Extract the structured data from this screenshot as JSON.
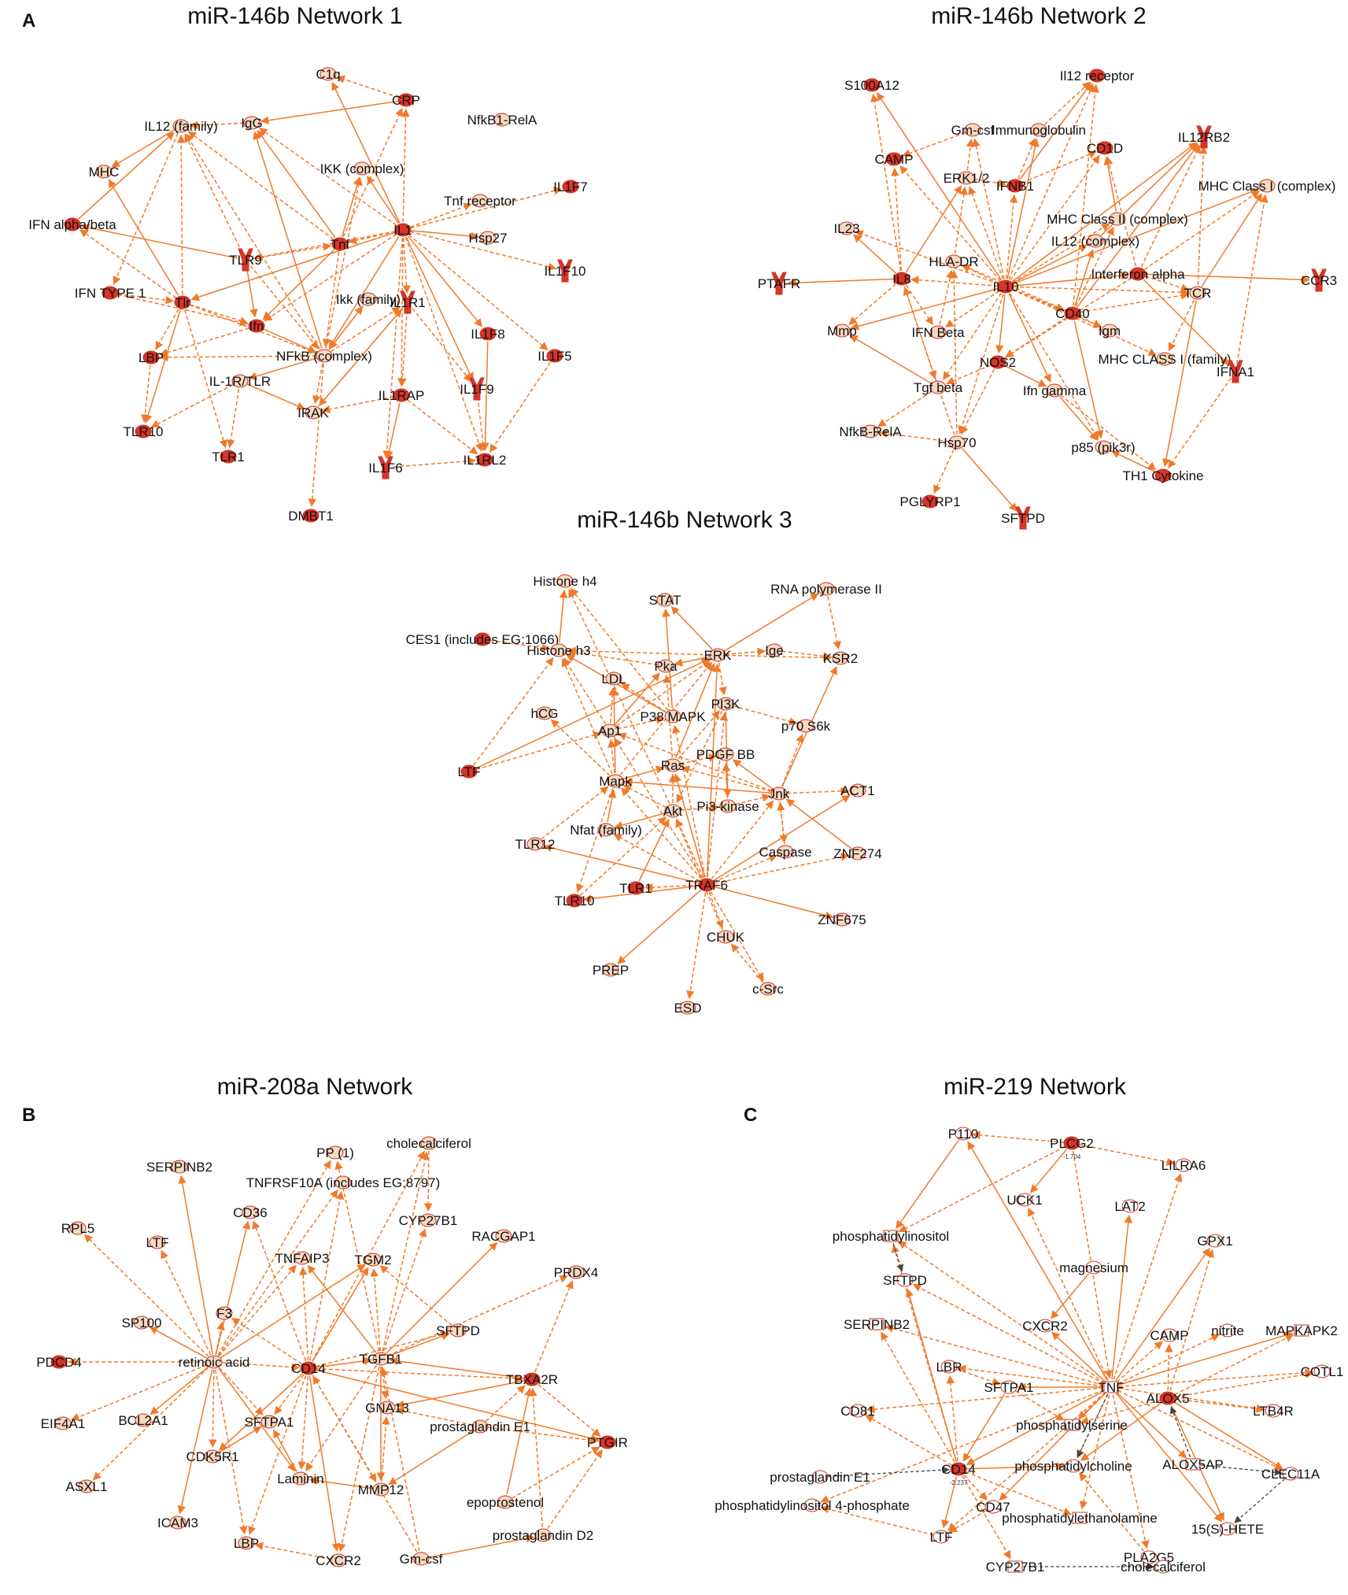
{
  "panel_letters": {
    "a": "A",
    "b": "B",
    "c": "C"
  },
  "colors": {
    "edge": "#f07a2a",
    "node_strong": "#d9342b",
    "node_light": "#f6d9c2",
    "node_gray": "#ffffff",
    "inhibit_edge": "#444444"
  },
  "networks": [
    {
      "id": "n1",
      "title": "miR-146b Network 1",
      "nodes": [
        {
          "id": "C1q",
          "label": "C1q",
          "level": "light"
        },
        {
          "id": "CRP",
          "label": "CRP",
          "level": "strong"
        },
        {
          "id": "IL12f",
          "label": "IL12 (family)",
          "level": "light"
        },
        {
          "id": "IgG",
          "label": "IgG",
          "level": "light"
        },
        {
          "id": "NfkB1",
          "label": "NfkB1-RelA",
          "level": "light"
        },
        {
          "id": "MHC",
          "label": "MHC",
          "level": "light"
        },
        {
          "id": "IKKc",
          "label": "IKK (complex)",
          "level": "light"
        },
        {
          "id": "IL1F7",
          "label": "IL1F7",
          "level": "strong"
        },
        {
          "id": "IFNab",
          "label": "IFN alpha/beta",
          "level": "strong"
        },
        {
          "id": "Tnfr",
          "label": "Tnf receptor",
          "level": "light"
        },
        {
          "id": "TLR9",
          "label": "TLR9",
          "level": "strong"
        },
        {
          "id": "Tnf",
          "label": "Tnf",
          "level": "strong"
        },
        {
          "id": "IL1",
          "label": "IL1",
          "level": "strong"
        },
        {
          "id": "Hsp27",
          "label": "Hsp27",
          "level": "light"
        },
        {
          "id": "IL1F10",
          "label": "IL1F10",
          "level": "strong"
        },
        {
          "id": "IFNT1",
          "label": "IFN TYPE 1",
          "level": "strong"
        },
        {
          "id": "Tlr",
          "label": "Tlr",
          "level": "strong"
        },
        {
          "id": "Ikkf",
          "label": "Ikk (family)",
          "level": "light"
        },
        {
          "id": "IL1R1",
          "label": "IL1R1",
          "level": "strong"
        },
        {
          "id": "Ifn",
          "label": "Ifn",
          "level": "strong"
        },
        {
          "id": "IL1F8",
          "label": "IL1F8",
          "level": "strong"
        },
        {
          "id": "LBP",
          "label": "LBP",
          "level": "strong"
        },
        {
          "id": "NFkB",
          "label": "NFkB (complex)",
          "level": "light"
        },
        {
          "id": "IL1F5",
          "label": "IL1F5",
          "level": "strong"
        },
        {
          "id": "IL1RTLR",
          "label": "IL-1R/TLR",
          "level": "light"
        },
        {
          "id": "IL1RAP",
          "label": "IL1RAP",
          "level": "strong"
        },
        {
          "id": "IL1F9",
          "label": "IL1F9",
          "level": "strong"
        },
        {
          "id": "IRAK",
          "label": "IRAK",
          "level": "light"
        },
        {
          "id": "TLR10",
          "label": "TLR10",
          "level": "strong"
        },
        {
          "id": "TLR1",
          "label": "TLR1",
          "level": "strong"
        },
        {
          "id": "IL1F6",
          "label": "IL1F6",
          "level": "strong"
        },
        {
          "id": "IL1RL2",
          "label": "IL1RL2",
          "level": "strong"
        },
        {
          "id": "DMBT1",
          "label": "DMBT1",
          "level": "strong"
        }
      ]
    },
    {
      "id": "n2",
      "title": "miR-146b Network 2",
      "nodes": [
        {
          "id": "S100A12",
          "label": "S100A12",
          "level": "strong"
        },
        {
          "id": "IL12r",
          "label": "Il12 receptor",
          "level": "strong"
        },
        {
          "id": "Gmcsf",
          "label": "Gm-csf",
          "level": "light"
        },
        {
          "id": "Immuno",
          "label": "Immunoglobulin",
          "level": "light"
        },
        {
          "id": "CAMP",
          "label": "CAMP",
          "level": "strong"
        },
        {
          "id": "CD1D",
          "label": "CD1D",
          "level": "strong"
        },
        {
          "id": "IL12RB2",
          "label": "IL12RB2",
          "level": "strong"
        },
        {
          "id": "IFNB1",
          "label": "IFNB1",
          "level": "strong"
        },
        {
          "id": "ERK12",
          "label": "ERK1/2",
          "level": "light"
        },
        {
          "id": "MHCIc",
          "label": "MHC Class I (complex)",
          "level": "light"
        },
        {
          "id": "MHCIIc",
          "label": "MHC Class II (complex)",
          "level": "light"
        },
        {
          "id": "IL23",
          "label": "IL23",
          "level": "light"
        },
        {
          "id": "IL12c",
          "label": "IL12 (complex)",
          "level": "light"
        },
        {
          "id": "HLADR",
          "label": "HLA-DR",
          "level": "light"
        },
        {
          "id": "PTAFR",
          "label": "PTAFR",
          "level": "strong"
        },
        {
          "id": "IL8",
          "label": "IL8",
          "level": "strong"
        },
        {
          "id": "IL10",
          "label": "IL10",
          "level": "strong"
        },
        {
          "id": "IFNa",
          "label": "Interferon alpha",
          "level": "strong"
        },
        {
          "id": "CCR3",
          "label": "CCR3",
          "level": "strong"
        },
        {
          "id": "TCR",
          "label": "TCR",
          "level": "light"
        },
        {
          "id": "CD40",
          "label": "CD40",
          "level": "strong"
        },
        {
          "id": "Mmp",
          "label": "Mmp",
          "level": "light"
        },
        {
          "id": "IFNbeta",
          "label": "IFN Beta",
          "level": "light"
        },
        {
          "id": "Igm",
          "label": "Igm",
          "level": "light"
        },
        {
          "id": "NOS2",
          "label": "NOS2",
          "level": "strong"
        },
        {
          "id": "MHCIf",
          "label": "MHC CLASS I (family)",
          "level": "light"
        },
        {
          "id": "IFNA1",
          "label": "IFNA1",
          "level": "strong"
        },
        {
          "id": "Tgfb",
          "label": "Tgf beta",
          "level": "light"
        },
        {
          "id": "Ifng",
          "label": "Ifn gamma",
          "level": "light"
        },
        {
          "id": "NfkBRelA",
          "label": "NfkB-RelA",
          "level": "light"
        },
        {
          "id": "Hsp70",
          "label": "Hsp70",
          "level": "light"
        },
        {
          "id": "p85",
          "label": "p85 (pik3r)",
          "level": "light"
        },
        {
          "id": "TH1",
          "label": "TH1 Cytokine",
          "level": "strong"
        },
        {
          "id": "PGLYRP1",
          "label": "PGLYRP1",
          "level": "strong"
        },
        {
          "id": "SFTPD",
          "label": "SFTPD",
          "level": "strong"
        }
      ]
    },
    {
      "id": "n3",
      "title": "miR-146b Network 3",
      "nodes": [
        {
          "id": "Hh4",
          "label": "Histone h4",
          "level": "light"
        },
        {
          "id": "RNAP",
          "label": "RNA polymerase II",
          "level": "light"
        },
        {
          "id": "STAT",
          "label": "STAT",
          "level": "light"
        },
        {
          "id": "CES1",
          "label": "CES1 (includes EG:1066)",
          "level": "strong"
        },
        {
          "id": "Hh3",
          "label": "Histone h3",
          "level": "light"
        },
        {
          "id": "ERK",
          "label": "ERK",
          "level": "light"
        },
        {
          "id": "Ige",
          "label": "Ige",
          "level": "light"
        },
        {
          "id": "KSR2",
          "label": "KSR2",
          "level": "light"
        },
        {
          "id": "LDL",
          "label": "LDL",
          "level": "light"
        },
        {
          "id": "Pka",
          "label": "Pka",
          "level": "light"
        },
        {
          "id": "PI3K",
          "label": "PI3K",
          "level": "light"
        },
        {
          "id": "hCG",
          "label": "hCG",
          "level": "light"
        },
        {
          "id": "Ap1",
          "label": "Ap1",
          "level": "light"
        },
        {
          "id": "P38",
          "label": "P38 MAPK",
          "level": "light"
        },
        {
          "id": "p70",
          "label": "p70 S6k",
          "level": "light"
        },
        {
          "id": "LTF",
          "label": "LTF",
          "level": "strong"
        },
        {
          "id": "Ras",
          "label": "Ras",
          "level": "light"
        },
        {
          "id": "PDGF",
          "label": "PDGF BB",
          "level": "light"
        },
        {
          "id": "Mapk",
          "label": "Mapk",
          "level": "light"
        },
        {
          "id": "Jnk",
          "label": "Jnk",
          "level": "light"
        },
        {
          "id": "ACT1",
          "label": "ACT1",
          "level": "light"
        },
        {
          "id": "Pi3k",
          "label": "Pi3-kinase",
          "level": "light"
        },
        {
          "id": "Akt",
          "label": "Akt",
          "level": "light"
        },
        {
          "id": "Nfat",
          "label": "Nfat (family)",
          "level": "light"
        },
        {
          "id": "TLR12",
          "label": "TLR12",
          "level": "light"
        },
        {
          "id": "Casp",
          "label": "Caspase",
          "level": "light"
        },
        {
          "id": "ZNF274",
          "label": "ZNF274",
          "level": "light"
        },
        {
          "id": "TRAF6",
          "label": "TRAF6",
          "level": "strong"
        },
        {
          "id": "TLR10b",
          "label": "TLR10",
          "level": "strong"
        },
        {
          "id": "TLR1b",
          "label": "TLR1",
          "level": "strong"
        },
        {
          "id": "ZNF675",
          "label": "ZNF675",
          "level": "light"
        },
        {
          "id": "CHUK",
          "label": "CHUK",
          "level": "light"
        },
        {
          "id": "PREP",
          "label": "PREP",
          "level": "light"
        },
        {
          "id": "cSrc",
          "label": "c-Src",
          "level": "light"
        },
        {
          "id": "ESD",
          "label": "ESD",
          "level": "light"
        }
      ]
    },
    {
      "id": "n4",
      "title": "miR-208a Network",
      "nodes": [
        {
          "id": "PP1",
          "label": "PP (1)",
          "level": "light"
        },
        {
          "id": "chol",
          "label": "cholecalciferol",
          "level": "light"
        },
        {
          "id": "SERPINB2",
          "label": "SERPINB2",
          "level": "light"
        },
        {
          "id": "TNFRSF10A",
          "label": "TNFRSF10A (includes EG:8797)",
          "level": "light"
        },
        {
          "id": "CD36",
          "label": "CD36",
          "level": "light"
        },
        {
          "id": "CYP27B1",
          "label": "CYP27B1",
          "level": "light"
        },
        {
          "id": "RACGAP1",
          "label": "RACGAP1",
          "level": "light"
        },
        {
          "id": "RPL5",
          "label": "RPL5",
          "level": "light"
        },
        {
          "id": "LTF4",
          "label": "LTF",
          "level": "light"
        },
        {
          "id": "TNFAIP3",
          "label": "TNFAIP3",
          "level": "light"
        },
        {
          "id": "TGM2",
          "label": "TGM2",
          "level": "light"
        },
        {
          "id": "PRDX4",
          "label": "PRDX4",
          "level": "light"
        },
        {
          "id": "F3",
          "label": "F3",
          "level": "light"
        },
        {
          "id": "SP100",
          "label": "SP100",
          "level": "light"
        },
        {
          "id": "SFTPD4",
          "label": "SFTPD",
          "level": "light"
        },
        {
          "id": "PDCD4",
          "label": "PDCD4",
          "level": "strong"
        },
        {
          "id": "CD14",
          "label": "CD14",
          "level": "strong"
        },
        {
          "id": "TGFB1",
          "label": "TGFB1",
          "level": "light"
        },
        {
          "id": "RA",
          "label": "retinoic acid",
          "level": "light"
        },
        {
          "id": "TBXA2R",
          "label": "TBXA2R",
          "level": "strong"
        },
        {
          "id": "GNA13",
          "label": "GNA13",
          "level": "light"
        },
        {
          "id": "PGE1",
          "label": "prostaglandin E1",
          "level": "light"
        },
        {
          "id": "EIF4A1",
          "label": "EIF4A1",
          "level": "light"
        },
        {
          "id": "BCL2A1",
          "label": "BCL2A1",
          "level": "light"
        },
        {
          "id": "SFTPA1",
          "label": "SFTPA1",
          "level": "light"
        },
        {
          "id": "PTGIR",
          "label": "PTGIR",
          "level": "strong"
        },
        {
          "id": "CDK5R1",
          "label": "CDK5R1",
          "level": "light"
        },
        {
          "id": "ASXL1",
          "label": "ASXL1",
          "level": "light"
        },
        {
          "id": "Laminin",
          "label": "Laminin",
          "level": "light"
        },
        {
          "id": "MMP12",
          "label": "MMP12",
          "level": "light"
        },
        {
          "id": "epo",
          "label": "epoprostenol",
          "level": "light"
        },
        {
          "id": "ICAM3",
          "label": "ICAM3",
          "level": "light"
        },
        {
          "id": "LBP4",
          "label": "LBP",
          "level": "light"
        },
        {
          "id": "PGD2",
          "label": "prostaglandin D2",
          "level": "light"
        },
        {
          "id": "CXCR24",
          "label": "CXCR2",
          "level": "light"
        },
        {
          "id": "Gmcsf4",
          "label": "Gm-csf",
          "level": "light"
        }
      ]
    },
    {
      "id": "n5",
      "title": "miR-219 Network",
      "nodes": [
        {
          "id": "P110",
          "label": "P110",
          "level": "gray"
        },
        {
          "id": "PLCG2",
          "label": "PLCG2",
          "level": "strong",
          "sub": "-1.704"
        },
        {
          "id": "LILRA6",
          "label": "LILRA6",
          "level": "gray"
        },
        {
          "id": "UCK1",
          "label": "UCK1",
          "level": "gray"
        },
        {
          "id": "LAT2",
          "label": "LAT2",
          "level": "gray"
        },
        {
          "id": "PI",
          "label": "phosphatidylinositol",
          "level": "gray"
        },
        {
          "id": "GPX1",
          "label": "GPX1",
          "level": "gray"
        },
        {
          "id": "SFTPD5",
          "label": "SFTPD",
          "level": "gray"
        },
        {
          "id": "Mg",
          "label": "magnesium",
          "level": "gray"
        },
        {
          "id": "SERPINB25",
          "label": "SERPINB2",
          "level": "gray"
        },
        {
          "id": "CXCR25",
          "label": "CXCR2",
          "level": "gray"
        },
        {
          "id": "CAMP5",
          "label": "CAMP",
          "level": "gray"
        },
        {
          "id": "nitrite",
          "label": "nitrite",
          "level": "gray"
        },
        {
          "id": "MAPKAPK2",
          "label": "MAPKAPK2",
          "level": "gray"
        },
        {
          "id": "LBR",
          "label": "LBR",
          "level": "gray"
        },
        {
          "id": "COTL1",
          "label": "COTL1",
          "level": "gray"
        },
        {
          "id": "SFTPA15",
          "label": "SFTPA1",
          "level": "gray"
        },
        {
          "id": "TNF",
          "label": "TNF",
          "level": "gray"
        },
        {
          "id": "CD81",
          "label": "CD81",
          "level": "gray"
        },
        {
          "id": "ALOX5",
          "label": "ALOX5",
          "level": "strong"
        },
        {
          "id": "LTB4R",
          "label": "LTB4R",
          "level": "gray"
        },
        {
          "id": "PS",
          "label": "phosphatidylserine",
          "level": "gray"
        },
        {
          "id": "PGE15",
          "label": "prostaglandin E1",
          "level": "gray"
        },
        {
          "id": "CD145",
          "label": "CD14",
          "level": "strong",
          "sub": "-2.237"
        },
        {
          "id": "PC",
          "label": "phosphatidylcholine",
          "level": "gray"
        },
        {
          "id": "ALOX5AP",
          "label": "ALOX5AP",
          "level": "gray"
        },
        {
          "id": "CLEC11A",
          "label": "CLEC11A",
          "level": "gray"
        },
        {
          "id": "PI4P",
          "label": "phosphatidylinositol 4-phosphate",
          "level": "gray"
        },
        {
          "id": "CD47",
          "label": "CD47",
          "level": "gray"
        },
        {
          "id": "PE",
          "label": "phosphatidylethanolamine",
          "level": "gray"
        },
        {
          "id": "LTF5",
          "label": "LTF",
          "level": "gray"
        },
        {
          "id": "HETE",
          "label": "15(S)-HETE",
          "level": "gray"
        },
        {
          "id": "PLA2G5",
          "label": "PLA2G5",
          "level": "gray"
        },
        {
          "id": "CYP27B15",
          "label": "CYP27B1",
          "level": "gray"
        },
        {
          "id": "chol5",
          "label": "cholecalciferol",
          "level": "gray"
        }
      ]
    }
  ]
}
